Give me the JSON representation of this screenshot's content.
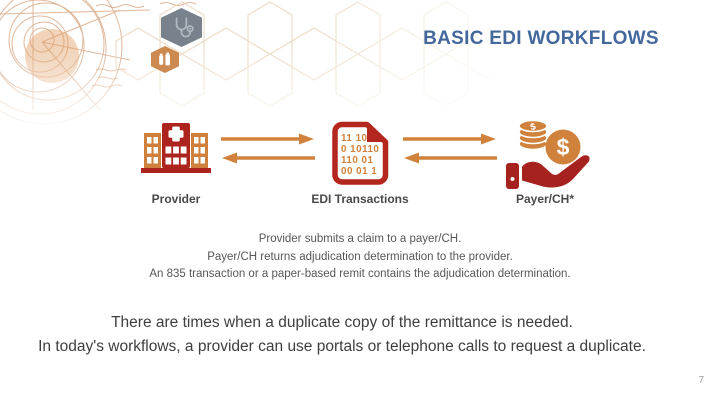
{
  "slide": {
    "title": "BASIC EDI WORKFLOWS",
    "page_number": "7"
  },
  "diagram": {
    "nodes": [
      {
        "label": "Provider",
        "icon": "hospital-icon"
      },
      {
        "label": "EDI Transactions",
        "icon": "binary-document-icon"
      },
      {
        "label": "Payer/CH*",
        "icon": "hand-coins-icon"
      }
    ],
    "edi_document_lines": [
      "11 10",
      "0 10110",
      "110 01",
      "00 01 1"
    ],
    "coin_symbol": "$",
    "flow": "Provider <-> EDI Transactions <-> Payer/CH*"
  },
  "description_lines": [
    "Provider submits a claim to a payer/CH.",
    "Payer/CH returns adjudication determination to the provider.",
    "An 835 transaction or a paper-based remit contains the adjudication determination."
  ],
  "callout_lines": [
    "There are times when a duplicate copy of the remittance is needed.",
    "In today's workflows, a provider can use portals or telephone calls to request a duplicate."
  ],
  "colors": {
    "title_blue": "#45689c",
    "brand_red": "#ad241f",
    "brand_orange": "#d0823d",
    "hexagon_gray": "#78828c",
    "hexagon_orange": "#cc8950",
    "label_gray": "#494949",
    "body_gray": "#575757",
    "callout_gray": "#3e3e3e",
    "page_gray": "#9b9b9b",
    "sketch_sepia": "#c57e48"
  }
}
